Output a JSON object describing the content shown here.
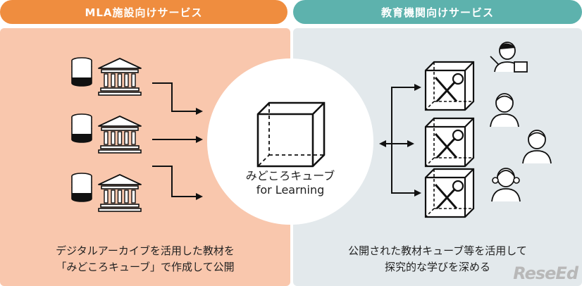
{
  "headers": {
    "left": "MLA施設向けサービス",
    "right": "教育機関向けサービス"
  },
  "center": {
    "line1": "みどころキューブ",
    "line2": "for Learning"
  },
  "captions": {
    "left_line1": "デジタルアーカイブを活用した教材を",
    "left_line2": "「みどころキューブ」で作成して公開",
    "right_line1": "公開された教材キューブ等を活用して",
    "right_line2": "探究的な学びを深める"
  },
  "logo": "ReseEd",
  "colors": {
    "left_header": "#ef8d3f",
    "left_panel": "#f9c7ad",
    "right_header": "#5db2ad",
    "right_panel": "#e3e9ec"
  },
  "icons": [
    "database-icon",
    "museum-icon",
    "cube-icon",
    "tool-cube-icon",
    "teacher-icon",
    "student-icon"
  ]
}
